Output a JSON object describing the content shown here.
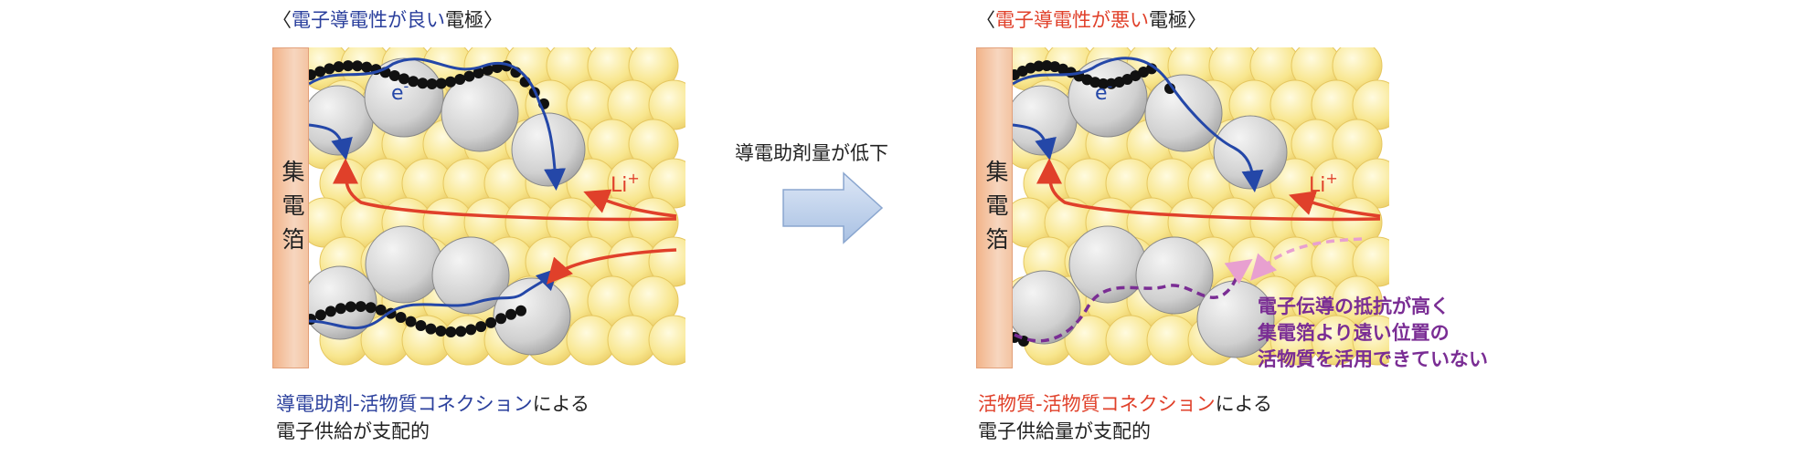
{
  "left": {
    "title_open": "〈",
    "title_colored": "電子導電性が良い",
    "title_rest": "電極〉",
    "collector_label": [
      "集",
      "電",
      "箔"
    ],
    "electron_label": "e",
    "electron_sup": "-",
    "li_label": "Li",
    "li_sup": "+",
    "caption_colored": "導電助剤-活物質コネクション",
    "caption_rest": "による",
    "caption_line2": "電子供給が支配的"
  },
  "middle": {
    "label": "導電助剤量が低下"
  },
  "right": {
    "title_open": "〈",
    "title_colored": "電子導電性が悪い",
    "title_rest": "電極〉",
    "collector_label": [
      "集",
      "電",
      "箔"
    ],
    "electron_label": "e",
    "electron_sup": "-",
    "li_label": "Li",
    "li_sup": "+",
    "note_lines": [
      "電子伝導の抵抗が高く",
      "集電箔より遠い位置の",
      "活物質を活用できていない"
    ],
    "caption_colored": "活物質-活物質コネクション",
    "caption_rest": "による",
    "caption_line2": "電子供給量が支配的"
  },
  "colors": {
    "blue_text": "#2a3f9c",
    "red_text": "#e0402a",
    "purple_note": "#7a2d94",
    "electron_path": "#2447a8",
    "ion_path": "#e0402a",
    "active_material": "#d0d0d0",
    "electrolyte_particles": "#f7e79a",
    "collector": "#f2b48a",
    "arrow_fill": "#c3d5ee"
  }
}
